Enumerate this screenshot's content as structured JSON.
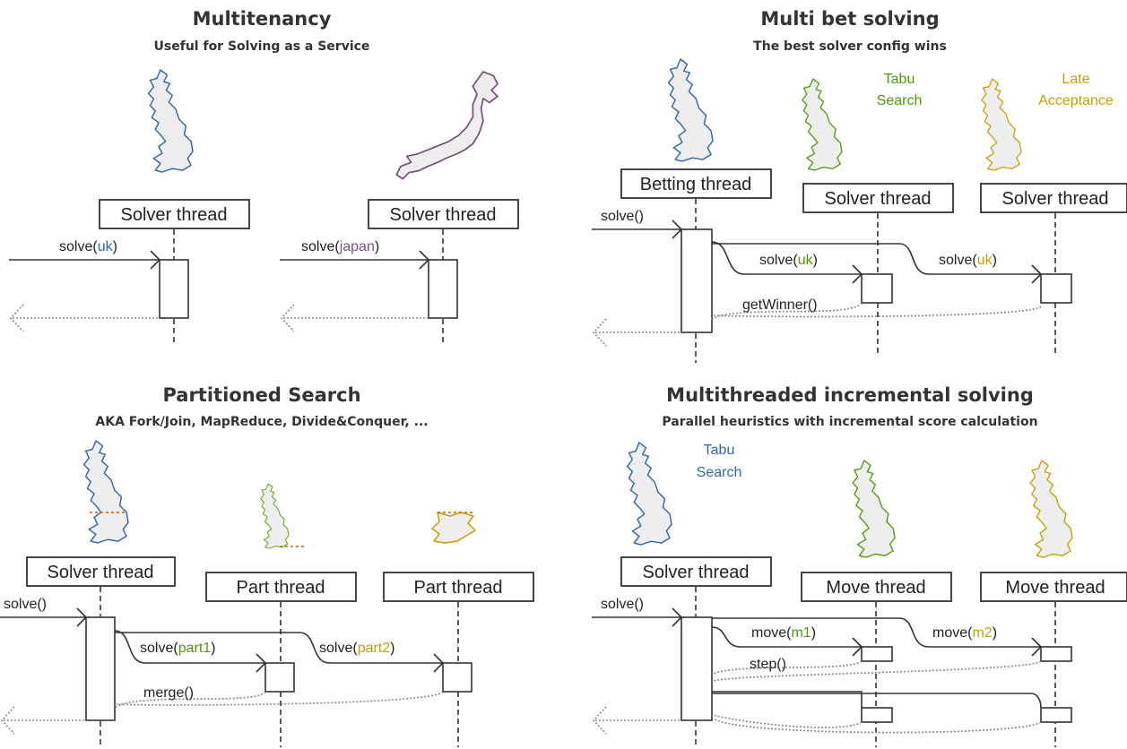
{
  "colors": {
    "blue": "#3465a4",
    "purple": "#75507b",
    "green": "#4e9a06",
    "yellow": "#c4a000",
    "orange": "#ce5c00",
    "map_fill": "#eeeeee"
  },
  "panels": {
    "multitenancy": {
      "title": "Multitenancy",
      "subtitle": "Useful for Solving as a Service",
      "thread1": "Solver thread",
      "thread2": "Solver thread",
      "call1_prefix": "solve(",
      "call1_arg": "uk",
      "call1_suffix": ")",
      "call2_prefix": "solve(",
      "call2_arg": "japan",
      "call2_suffix": ")"
    },
    "multibet": {
      "title": "Multi bet solving",
      "subtitle": "The best solver config wins",
      "betting_thread": "Betting thread",
      "thread1": "Solver thread",
      "thread2": "Solver thread",
      "label1_line1": "Tabu",
      "label1_line2": "Search",
      "label2_line1": "Late",
      "label2_line2": "Acceptance",
      "call_main": "solve()",
      "call1_prefix": "solve(",
      "call1_arg": "uk",
      "call1_suffix": ")",
      "call2_prefix": "solve(",
      "call2_arg": "uk",
      "call2_suffix": ")",
      "winner": "getWinner()"
    },
    "partitioned": {
      "title": "Partitioned Search",
      "subtitle": "AKA Fork/Join, MapReduce, Divide&Conquer, ...",
      "solver_thread": "Solver thread",
      "part1_thread": "Part thread",
      "part2_thread": "Part thread",
      "call_main": "solve()",
      "call1_prefix": "solve(",
      "call1_arg": "part1",
      "call1_suffix": ")",
      "call2_prefix": "solve(",
      "call2_arg": "part2",
      "call2_suffix": ")",
      "merge": "merge()"
    },
    "multithreaded": {
      "title": "Multithreaded incremental solving",
      "subtitle": "Parallel heuristics with incremental score calculation",
      "label_line1": "Tabu",
      "label_line2": "Search",
      "solver_thread": "Solver thread",
      "move1_thread": "Move thread",
      "move2_thread": "Move thread",
      "call_main": "solve()",
      "call1_prefix": "move(",
      "call1_arg": "m1",
      "call1_suffix": ")",
      "call2_prefix": "move(",
      "call2_arg": "m2",
      "call2_suffix": ")",
      "step": "step()"
    }
  }
}
